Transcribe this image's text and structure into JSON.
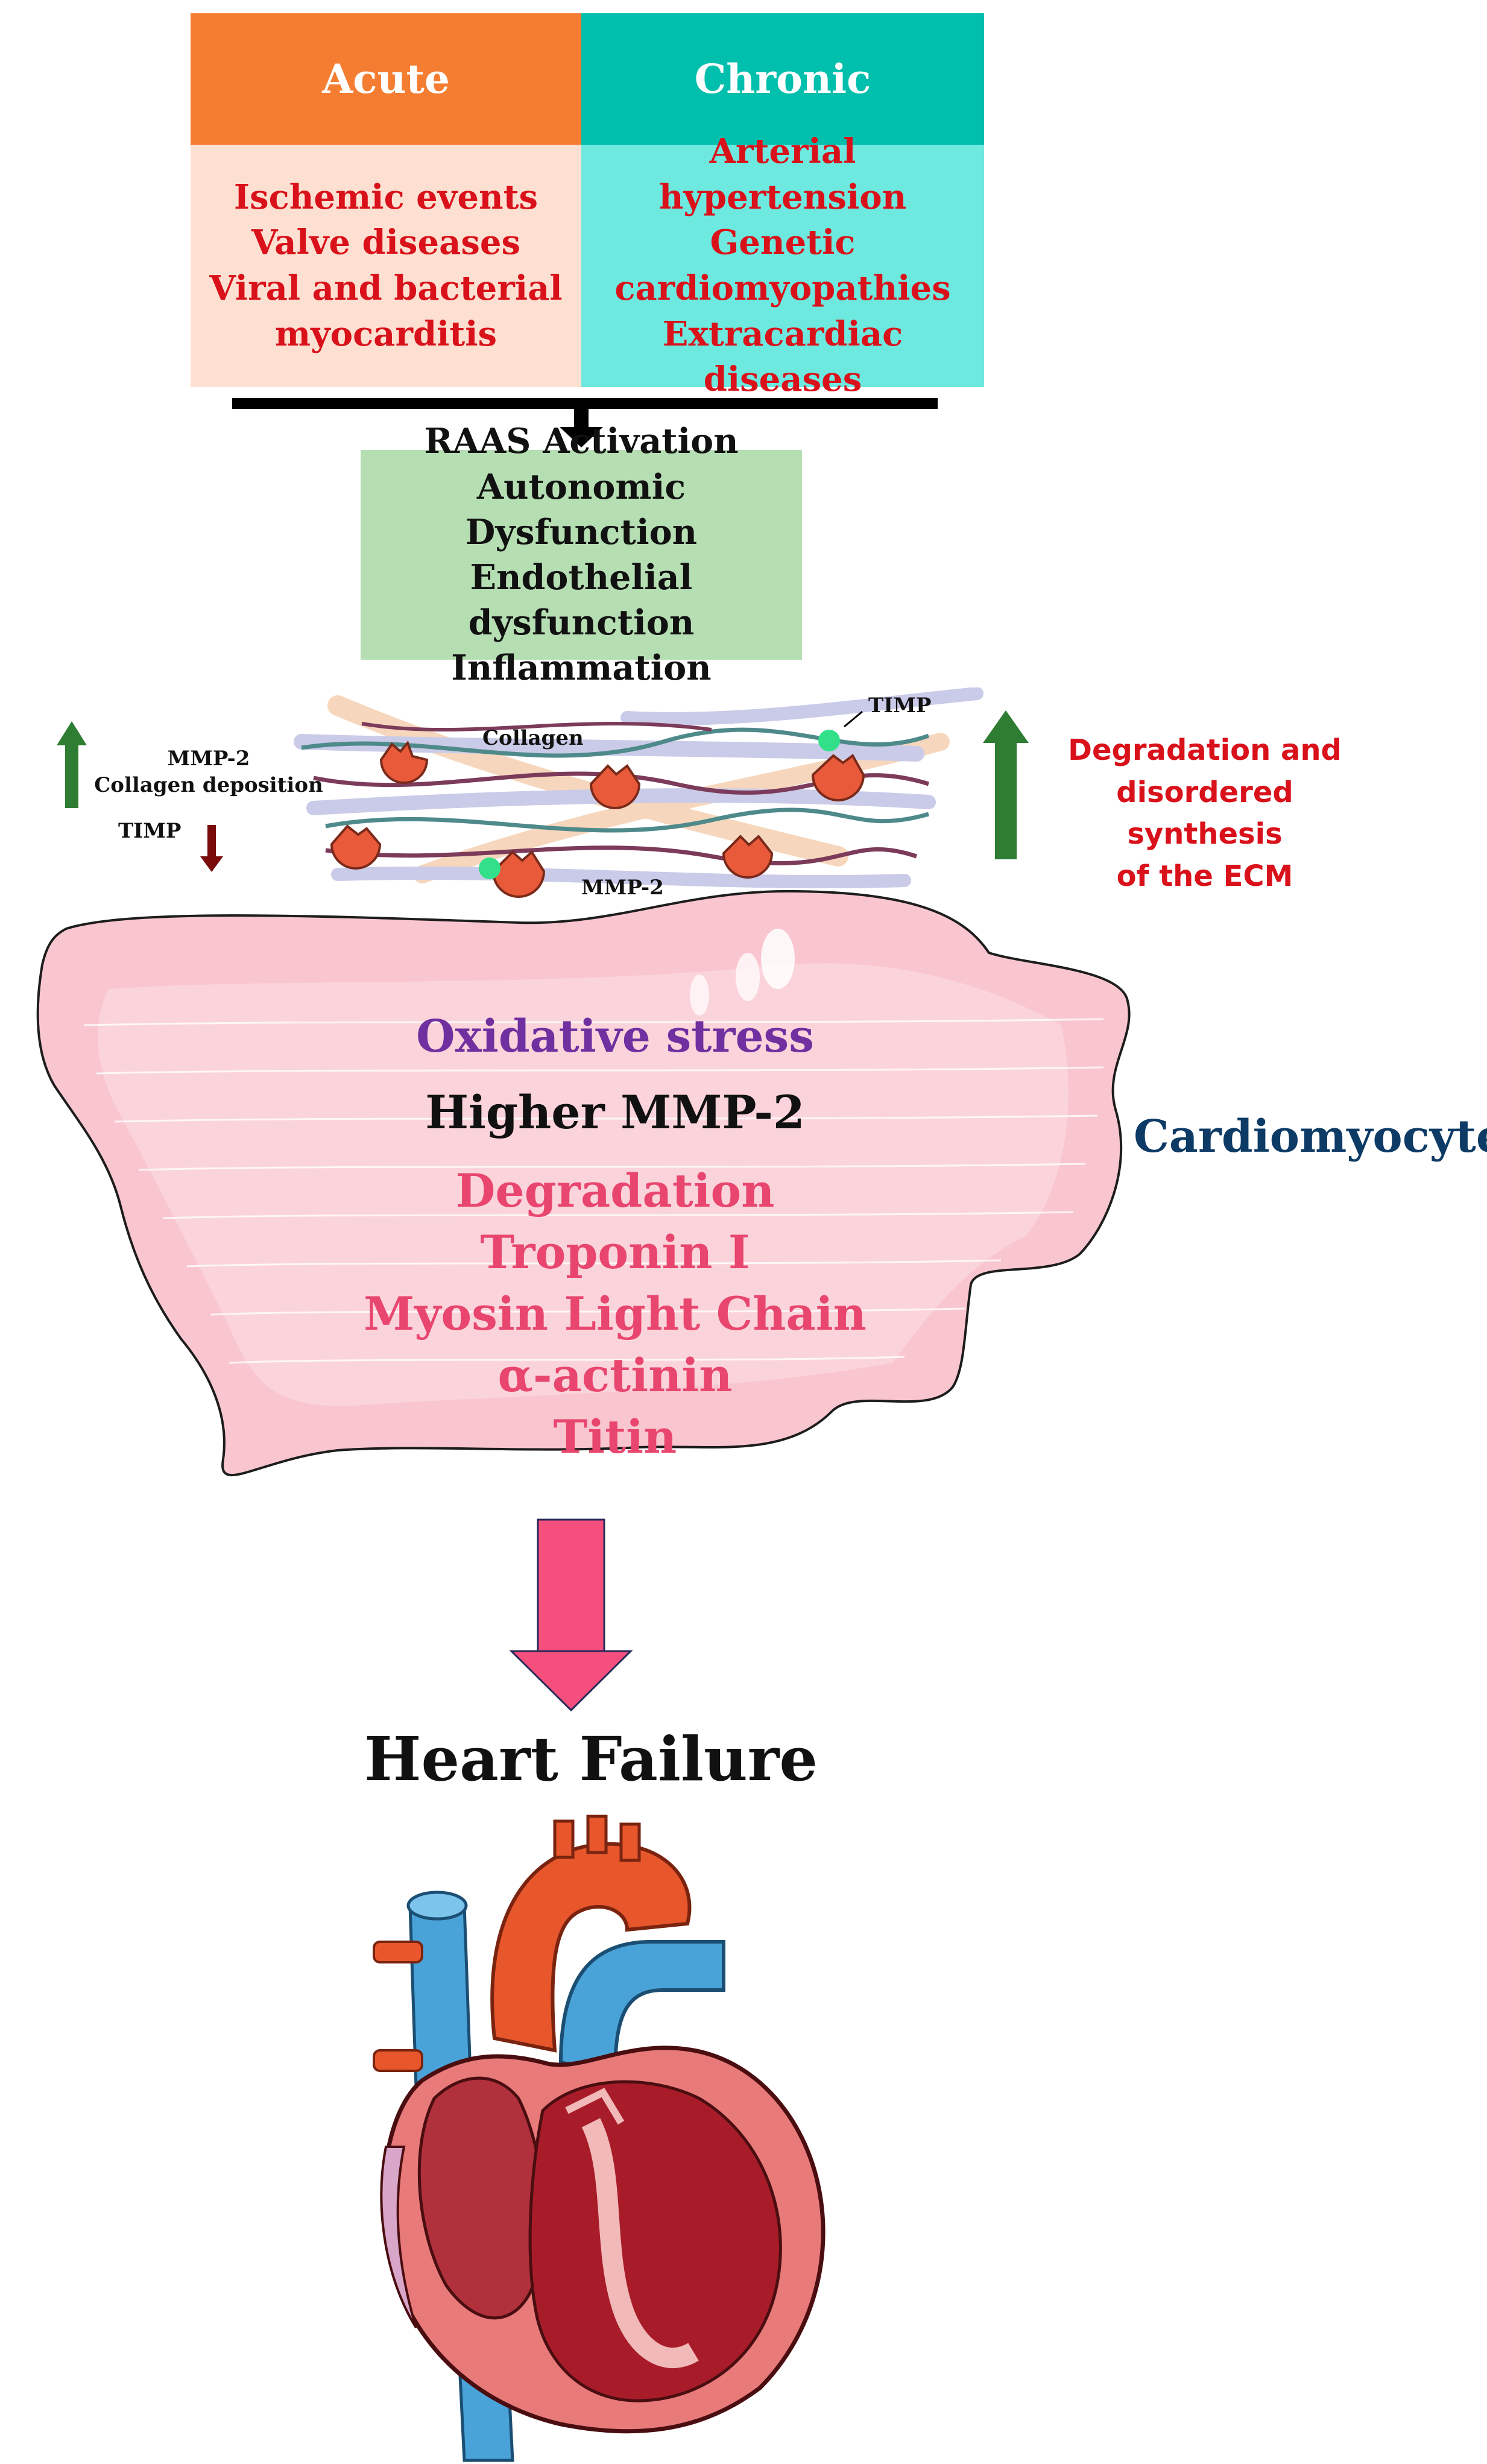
{
  "acute": {
    "header": "Acute",
    "items": [
      "Ischemic events",
      "Valve diseases",
      "Viral and bacterial",
      "myocarditis"
    ]
  },
  "chronic": {
    "header": "Chronic",
    "items": [
      "Arterial hypertension",
      "Genetic",
      "cardiomyopathies",
      "Extracardiac diseases"
    ]
  },
  "mechanisms": [
    "RAAS Activation",
    "Autonomic Dysfunction",
    "Endothelial dysfunction",
    "Inflammation"
  ],
  "ecm": {
    "collagen_label": "Collagen",
    "timp_label": "TIMP",
    "mmp2_label": "MMP-2",
    "left_up": [
      "MMP-2",
      "Collagen deposition"
    ],
    "left_down": "TIMP",
    "right_text": [
      "Degradation and",
      "disordered synthesis",
      "of the ECM"
    ]
  },
  "cardiomyocyte": {
    "label": "Cardiomyocyte",
    "oxidative": "Oxidative stress",
    "higher": "Higher MMP-2",
    "degradation": [
      "Degradation",
      "Troponin I",
      "Myosin Light Chain",
      "α-actinin",
      "Titin"
    ]
  },
  "outcome": "Heart Failure",
  "colors": {
    "acute_header": "#f47d31",
    "acute_body": "#fde0d1",
    "chronic_header": "#00bfad",
    "chronic_body": "#6ee9df",
    "mechanism_box": "#b6deb3",
    "red_text": "#d9111a",
    "purple_text": "#7030a0",
    "pink_text": "#e8466e",
    "navy_text": "#0d3b66",
    "cell_fill": "#f9c6cf",
    "arrow_pink": "#f54f7d",
    "green_arrow": "#2e7d32",
    "darkred_arrow": "#7a0b0b"
  }
}
